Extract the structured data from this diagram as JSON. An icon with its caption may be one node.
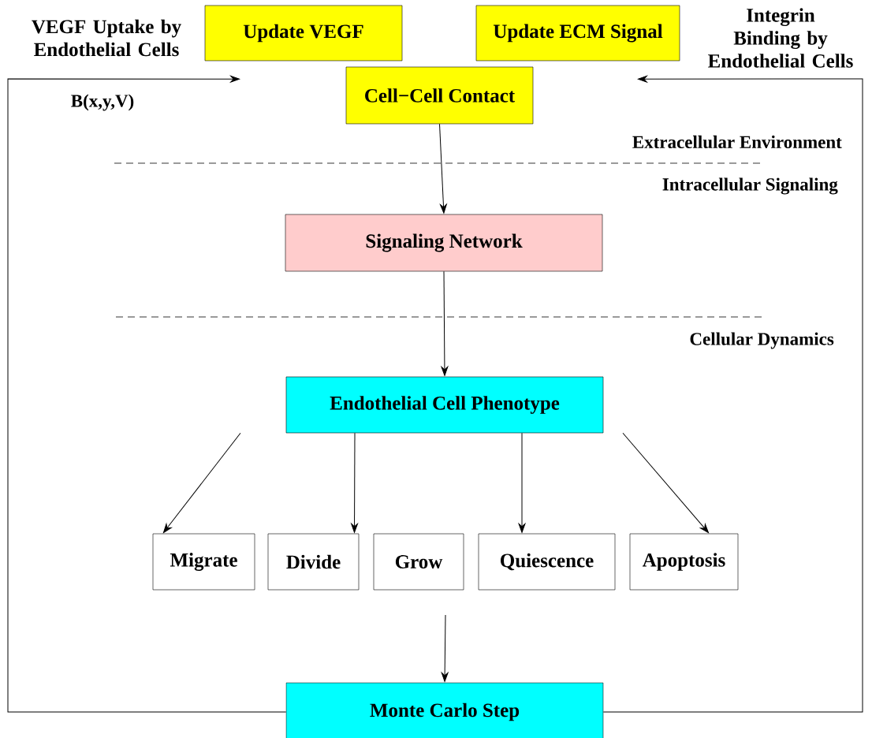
{
  "diagram": {
    "nodes": [
      {
        "text": [
          "Update VEGF"
        ]
      },
      {
        "text": [
          "Update ECM Signal"
        ]
      },
      {
        "text": [
          "Cell−Cell Contact"
        ]
      },
      {
        "text": [
          "Signaling Network"
        ]
      },
      {
        "text": [
          "Endothelial Cell Phenotype"
        ]
      },
      {
        "text": [
          "Migrate"
        ]
      },
      {
        "text": [
          "Divide"
        ]
      },
      {
        "text": [
          "Grow"
        ]
      },
      {
        "text": [
          "Quiescence"
        ]
      },
      {
        "text": [
          "Apoptosis"
        ]
      },
      {
        "text": [
          "Monte Carlo Step"
        ]
      }
    ],
    "edges": [
      {
        "from": 2,
        "to": 3,
        "arrow": "to"
      },
      {
        "from": 3,
        "to": 4,
        "arrow": "to"
      },
      {
        "from": 4,
        "to": 5,
        "arrow": "to"
      },
      {
        "from": 4,
        "to": 6,
        "arrow": "to"
      },
      {
        "from": 4,
        "to": 8,
        "arrow": "to"
      },
      {
        "from": 4,
        "to": 9,
        "arrow": "to"
      },
      {
        "from": null,
        "to": 10,
        "arrow": "to"
      },
      {
        "from": 10,
        "to": 0,
        "arrow": "to",
        "label": "VEGF Uptake by Endothelial Cells"
      },
      {
        "from": 10,
        "to": 1,
        "arrow": "to",
        "label": "Integrin Binding by Endothelial Cells"
      }
    ],
    "labels": [
      "B(x,y,V)",
      "Extracellular Environment",
      "Intracellular Signaling",
      "Cellular Dynamics"
    ]
  }
}
